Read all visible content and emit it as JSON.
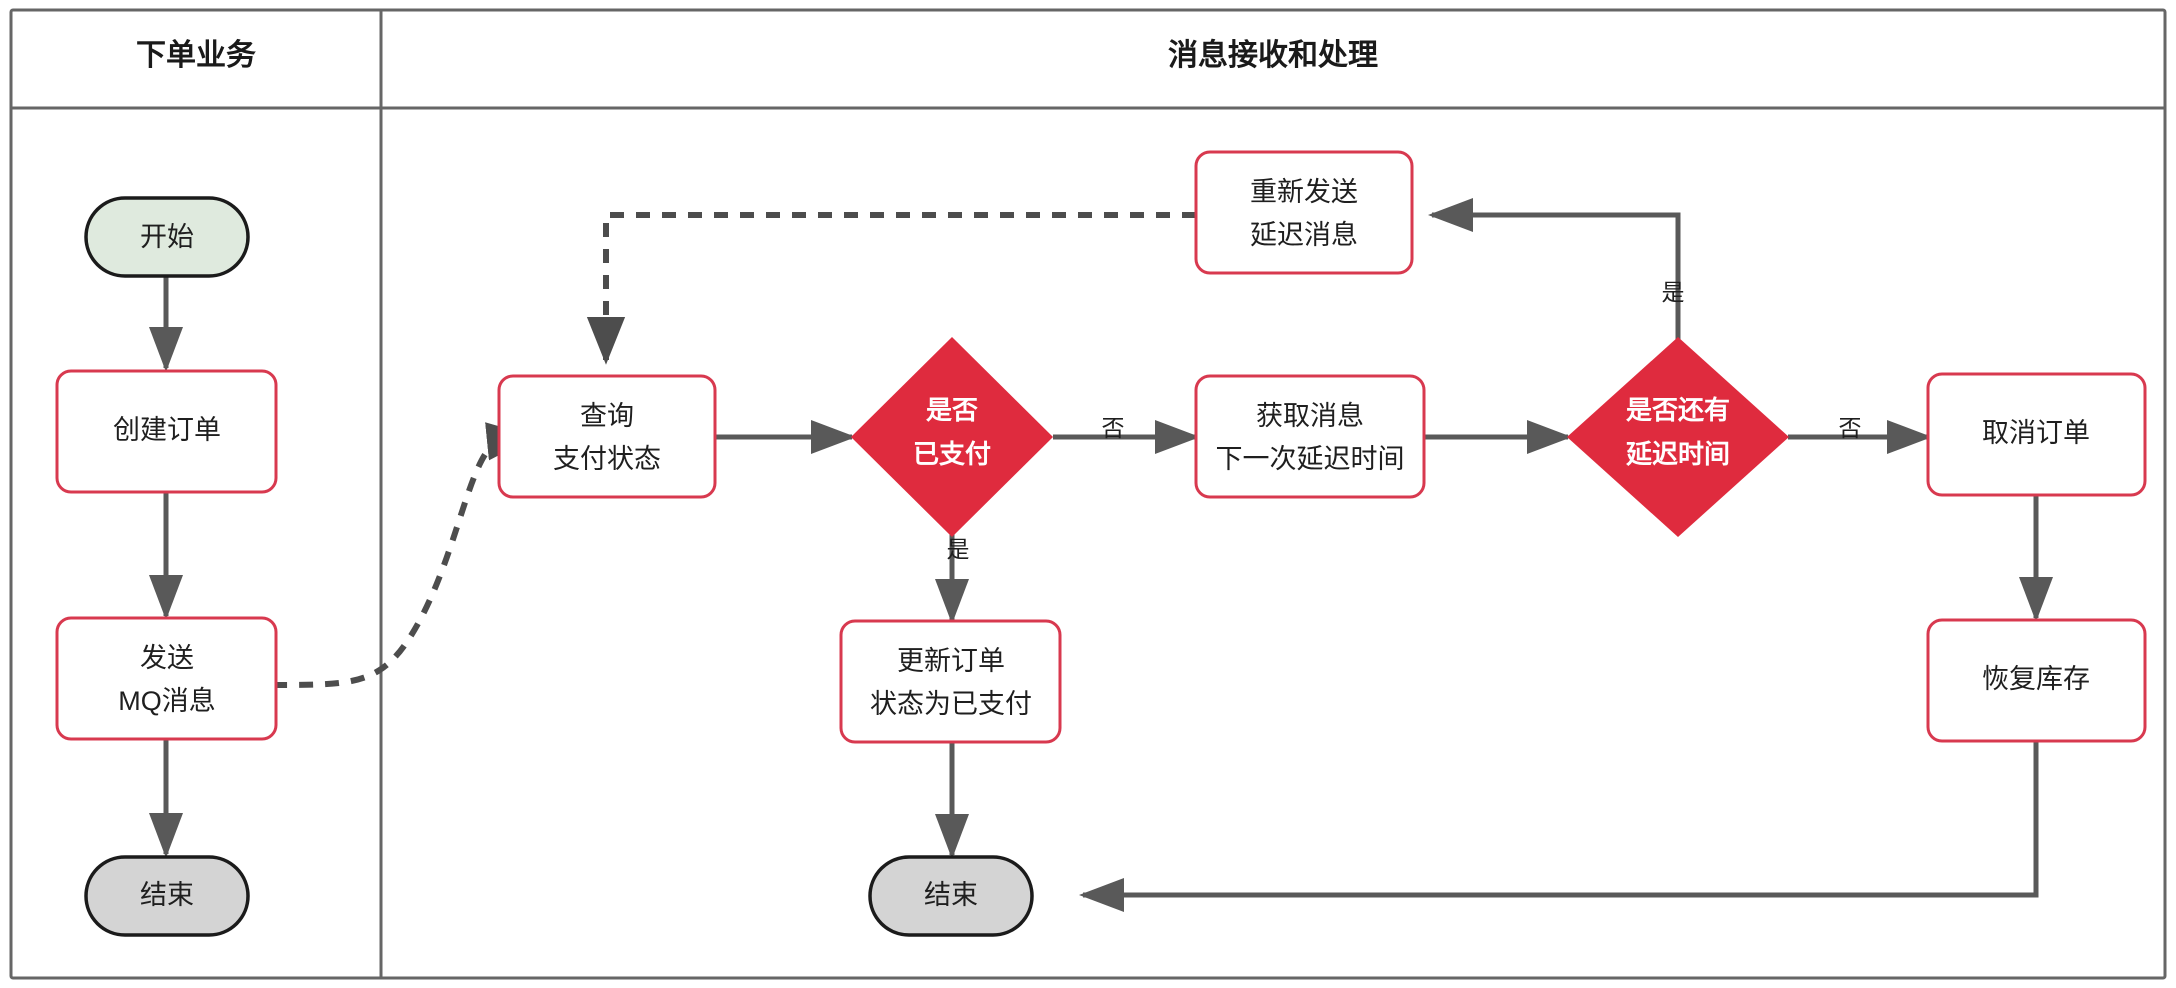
{
  "diagram": {
    "type": "flowchart",
    "lanes": [
      {
        "id": "lane-order",
        "title": "下单业务"
      },
      {
        "id": "lane-message",
        "title": "消息接收和处理"
      }
    ],
    "nodes": {
      "start": {
        "label": "开始",
        "shape": "terminator",
        "fill": "#dfeade"
      },
      "create_order": {
        "label": "创建订单",
        "shape": "process",
        "stroke": "#d8394f"
      },
      "send_mq_line1": "发送",
      "send_mq_line2": "MQ消息",
      "end_left": {
        "label": "结束",
        "shape": "terminator",
        "fill": "#d4d4d4"
      },
      "query_line1": "查询",
      "query_line2": "支付状态",
      "decide_paid_line1": "是否",
      "decide_paid_line2": "已支付",
      "get_msg_line1": "获取消息",
      "get_msg_line2": "下一次延迟时间",
      "decide_delay_line1": "是否还有",
      "decide_delay_line2": "延迟时间",
      "resend_line1": "重新发送",
      "resend_line2": "延迟消息",
      "cancel_order": {
        "label": "取消订单",
        "shape": "process"
      },
      "restore_stock": {
        "label": "恢复库存",
        "shape": "process"
      },
      "update_order_line1": "更新订单",
      "update_order_line2": "状态为已支付",
      "end_right": {
        "label": "结束",
        "shape": "terminator",
        "fill": "#d4d4d4"
      }
    },
    "edge_labels": {
      "paid_no": "否",
      "paid_yes": "是",
      "delay_no": "否",
      "delay_yes": "是"
    },
    "colors": {
      "accent_red": "#df2b3e",
      "node_border": "#d8394f",
      "edge": "#595959",
      "frame": "#666666",
      "start_fill": "#dfeade",
      "end_fill": "#d4d4d4"
    }
  }
}
